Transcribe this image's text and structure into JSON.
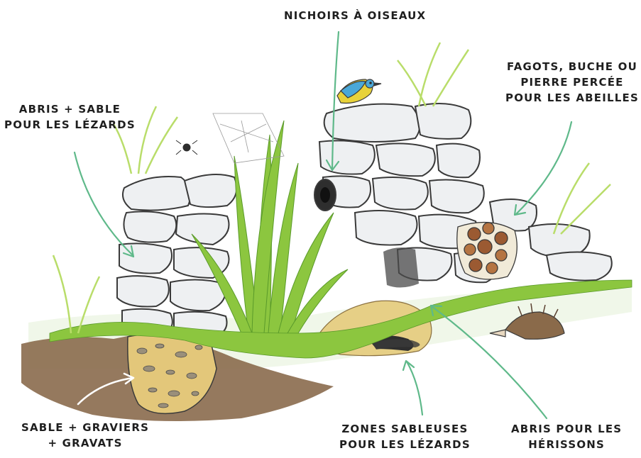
{
  "labels": {
    "nichoirs": [
      "Nichoirs à oiseaux"
    ],
    "fagots": [
      "Fagots, buche ou",
      "pierre percée",
      "pour les abeilles"
    ],
    "abris_sable": [
      "Abris + sable",
      "pour les lézards"
    ],
    "sable_graviers": [
      "Sable + graviers",
      "+ gravats"
    ],
    "zones_sableuses": [
      "Zones sableuses",
      "pour les lézards"
    ],
    "abris_herissons": [
      "Abris pour les",
      "hérissons"
    ]
  },
  "colors": {
    "arrow": "#5fb98a",
    "arrow_white": "#ffffff",
    "stone_fill": "#eef0f2",
    "stone_stroke": "#3a3a3a",
    "soil": "#8a6a4c",
    "grass": "#8cc63f",
    "grass_dark": "#5a9a2a",
    "grass_pale": "#b9dd6a",
    "sand": "#e3c77a",
    "wood": "#9b5a32",
    "bird_blue": "#4aa8d8",
    "bird_yellow": "#e8d23a",
    "hedgehog": "#8a6a4a"
  }
}
